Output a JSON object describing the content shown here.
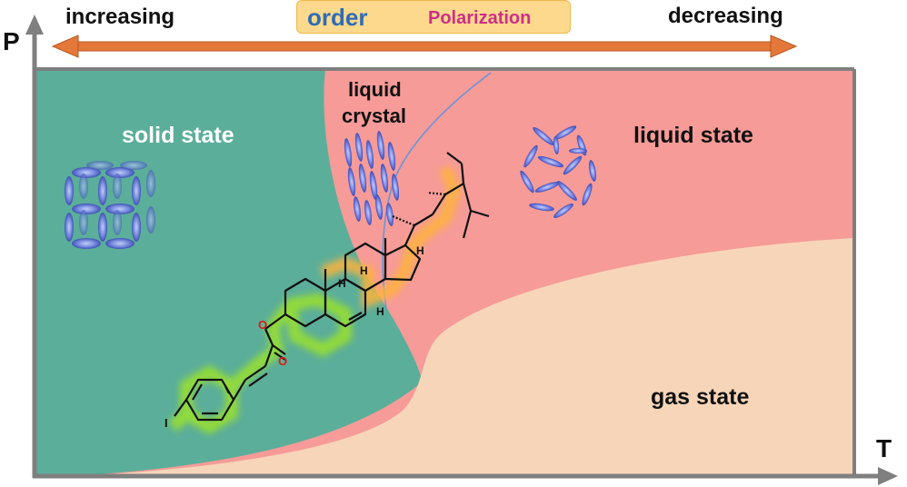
{
  "header": {
    "left_label": "increasing",
    "right_label": "decreasing",
    "order_label": "order",
    "polarization_label": "Polarization"
  },
  "axes": {
    "y_label": "P",
    "x_label": "T"
  },
  "regions": {
    "solid": "solid state",
    "liquid_crystal_line1": "liquid",
    "liquid_crystal_line2": "crystal",
    "liquid": "liquid state",
    "gas": "gas state"
  },
  "molecule": {
    "iodine": "I",
    "ester_o": "O",
    "carbonyl_o": "O",
    "h_label": "H"
  },
  "colors": {
    "solid": "#5bae9a",
    "liquid": "#f69b98",
    "gas": "#f7d5b9",
    "arrow": "#e4773a",
    "frame": "#7f7f7f",
    "mesogen": "#6f7ee0"
  }
}
